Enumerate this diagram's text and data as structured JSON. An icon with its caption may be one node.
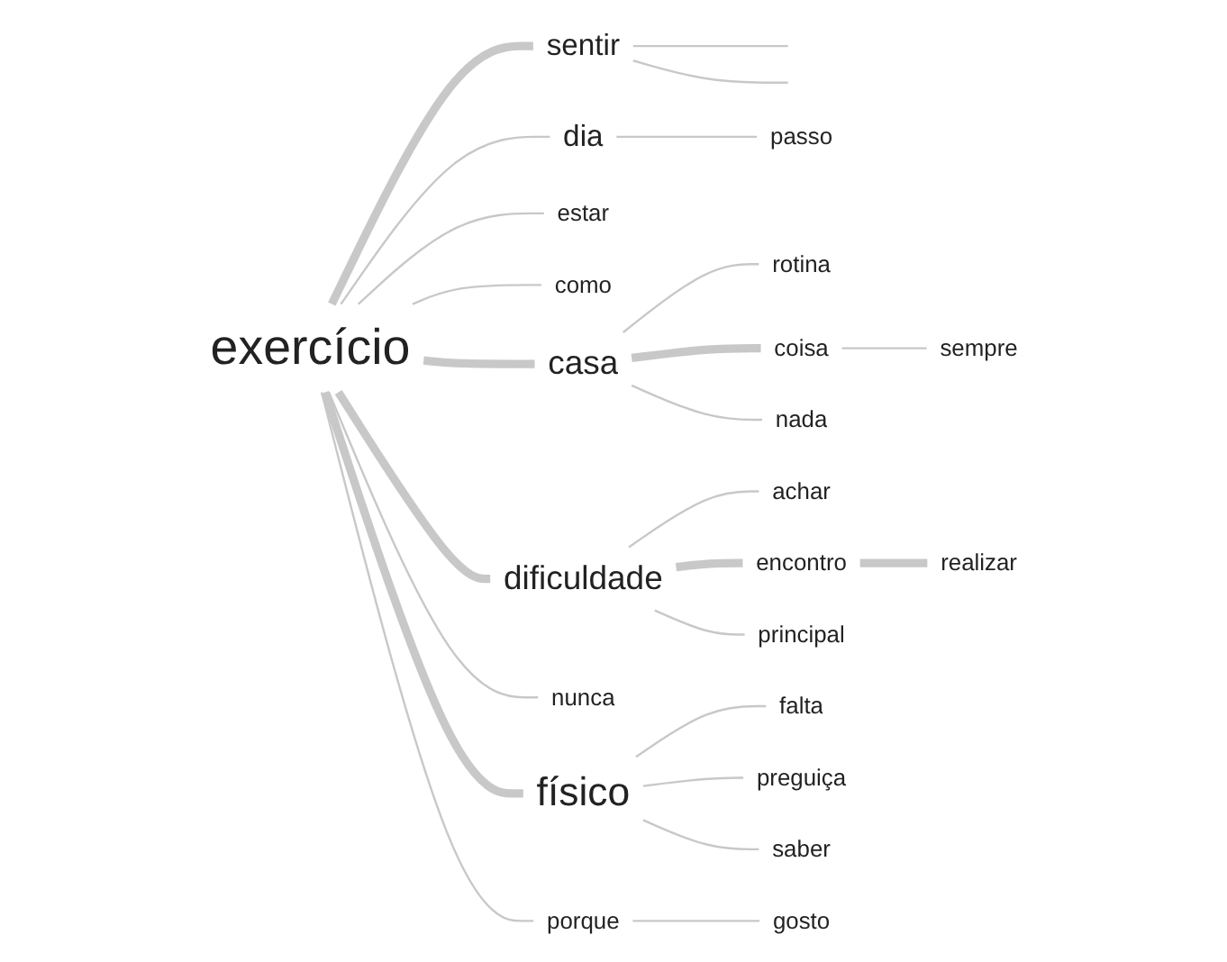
{
  "diagram": {
    "nodes": [
      {
        "text": [
          "passo"
        ]
      },
      {
        "text": [
          "sentir"
        ]
      },
      {
        "text": [
          "dia"
        ]
      },
      {
        "text": [
          "estar"
        ]
      },
      {
        "text": [
          "como"
        ]
      },
      {
        "text": [
          "achar"
        ]
      },
      {
        "text": [
          "rotina"
        ]
      },
      {
        "text": [
          "casa"
        ]
      },
      {
        "text": [
          "coisa"
        ]
      },
      {
        "text": [
          "sempre"
        ]
      },
      {
        "text": [
          "exercício"
        ]
      },
      {
        "text": [
          "dificuldade"
        ]
      },
      {
        "text": [
          "encontro"
        ]
      },
      {
        "text": [
          "realizar"
        ]
      },
      {
        "text": [
          "nunca"
        ]
      },
      {
        "text": [
          "principal"
        ]
      },
      {
        "text": [
          "nada"
        ]
      },
      {
        "text": [
          "físico"
        ]
      },
      {
        "text": [
          "porque"
        ]
      },
      {
        "text": [
          "falta"
        ]
      },
      {
        "text": [
          "gosto"
        ]
      },
      {
        "text": [
          "saber"
        ]
      },
      {
        "text": [
          "preguiça"
        ]
      }
    ],
    "edges": [
      {
        "from": 10,
        "to": 1,
        "arrow": "none",
        "style": "thick"
      },
      {
        "from": 1,
        "to": null,
        "arrow": "none"
      },
      {
        "from": 1,
        "to": null,
        "arrow": "none"
      },
      {
        "from": 10,
        "to": 2,
        "arrow": "none"
      },
      {
        "from": 2,
        "to": 0,
        "arrow": "none"
      },
      {
        "from": 10,
        "to": 3,
        "arrow": "none"
      },
      {
        "from": 10,
        "to": 4,
        "arrow": "none"
      },
      {
        "from": 10,
        "to": 7,
        "arrow": "none",
        "style": "thick"
      },
      {
        "from": 7,
        "to": 6,
        "arrow": "none"
      },
      {
        "from": 7,
        "to": 8,
        "arrow": "none",
        "style": "thick"
      },
      {
        "from": 8,
        "to": 9,
        "arrow": "none"
      },
      {
        "from": 7,
        "to": 16,
        "arrow": "none"
      },
      {
        "from": 10,
        "to": 11,
        "arrow": "none",
        "style": "thick"
      },
      {
        "from": 11,
        "to": 5,
        "arrow": "none"
      },
      {
        "from": 11,
        "to": 12,
        "arrow": "none",
        "style": "thick"
      },
      {
        "from": 12,
        "to": 13,
        "arrow": "none",
        "style": "thick"
      },
      {
        "from": 11,
        "to": 15,
        "arrow": "none"
      },
      {
        "from": 10,
        "to": 14,
        "arrow": "none"
      },
      {
        "from": 10,
        "to": 17,
        "arrow": "none",
        "style": "thick"
      },
      {
        "from": 10,
        "to": 18,
        "arrow": "none"
      },
      {
        "from": 18,
        "to": 20,
        "arrow": "none"
      },
      {
        "from": 17,
        "to": 19,
        "arrow": "none"
      },
      {
        "from": 17,
        "to": 22,
        "arrow": "none"
      },
      {
        "from": 17,
        "to": 21,
        "arrow": "none"
      }
    ]
  }
}
